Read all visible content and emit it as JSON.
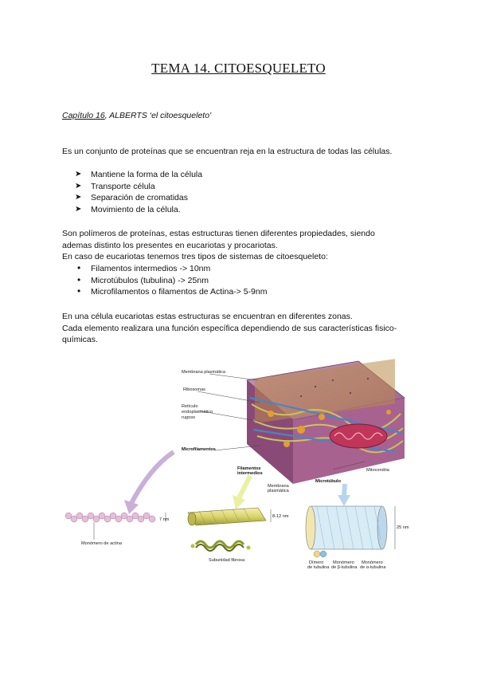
{
  "title": "TEMA 14. CITOESQUELETO",
  "chapter": {
    "ref": "Capítulo 16",
    "rest": ", ALBERTS ‘el citoesqueleto’"
  },
  "intro": "Es un conjunto de proteínas que se encuentran reja en la estructura de todas las células.",
  "functions": [
    "Mantiene la forma de la célula",
    "Transporte célula",
    "Separación de cromatidas",
    "Movimiento de la célula."
  ],
  "para2_line1": "Son polímeros de proteínas, estas estructuras tienen diferentes propiedades, siendo",
  "para2_line2": "ademas distinto los presentes en eucariotas y procariotas.",
  "para2_line3": "En caso de eucariotas tenemos tres tipos de sistemas de citoesqueleto:",
  "systems": [
    "Filamentos intermedios -> 10nm",
    "Microtúbulos (tubulina) -> 25nm",
    "Microfilamentos o filamentos de Actina-> 5-9nm"
  ],
  "para3_line1": "En una célula eucariotas estas estructuras se encuentran en diferentes zonas.",
  "para3_line2": "Cada elemento realizara una función específica dependiendo de sus características fisico-",
  "para3_line3": "químicas.",
  "figure": {
    "membrana_plasmatica": "Membrana plasmática",
    "ribosomas": "Ribosomas",
    "reticulo_1": "Retículo",
    "reticulo_2": "endoplasmático",
    "reticulo_3": "rugoso",
    "microfilamentos": "Microfilamentos",
    "filamentos_1": "Filamentos",
    "filamentos_2": "intermedios",
    "membrana_2_1": "Membrana",
    "membrana_2_2": "plasmática",
    "microtubulo": "Microtúbulo",
    "mitocondria": "Mitocondria",
    "nm7": "7 nm",
    "nm8_12": "8-12 nm",
    "nm25": "25 nm",
    "monomero_actina": "Monómero de actina",
    "subunidad_fibrosa": "Subunidad fibrosa",
    "dimero_1": "Dímero",
    "dimero_2": "de tubulina",
    "mono_beta_1": "Monómero",
    "mono_beta_2": "de β-tubulina",
    "mono_alfa_1": "Monómero",
    "mono_alfa_2": "de α-tubulina"
  }
}
